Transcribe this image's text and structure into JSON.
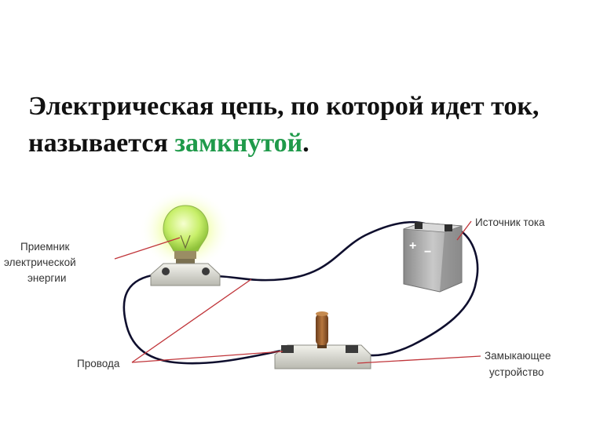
{
  "heading": {
    "line1": "Электрическая цепь, по которой идет ток,",
    "line2_prefix": "называется ",
    "line2_accent": "замкнутой",
    "line2_suffix": "."
  },
  "colors": {
    "accent": "#1f9a4a",
    "callout": "#c0353a",
    "wire": "#0f0f2e"
  },
  "labels": {
    "receiver_line1": "Приемник",
    "receiver_line2": "электрической",
    "receiver_line3": "энергии",
    "source": "Источник тока",
    "wires": "Провода",
    "switch_line1": "Замыкающее",
    "switch_line2": "устройство"
  },
  "battery_signs": {
    "plus": "+",
    "minus": "−"
  },
  "icons": [
    "light-bulb-icon",
    "battery-icon",
    "knife-switch-icon"
  ]
}
